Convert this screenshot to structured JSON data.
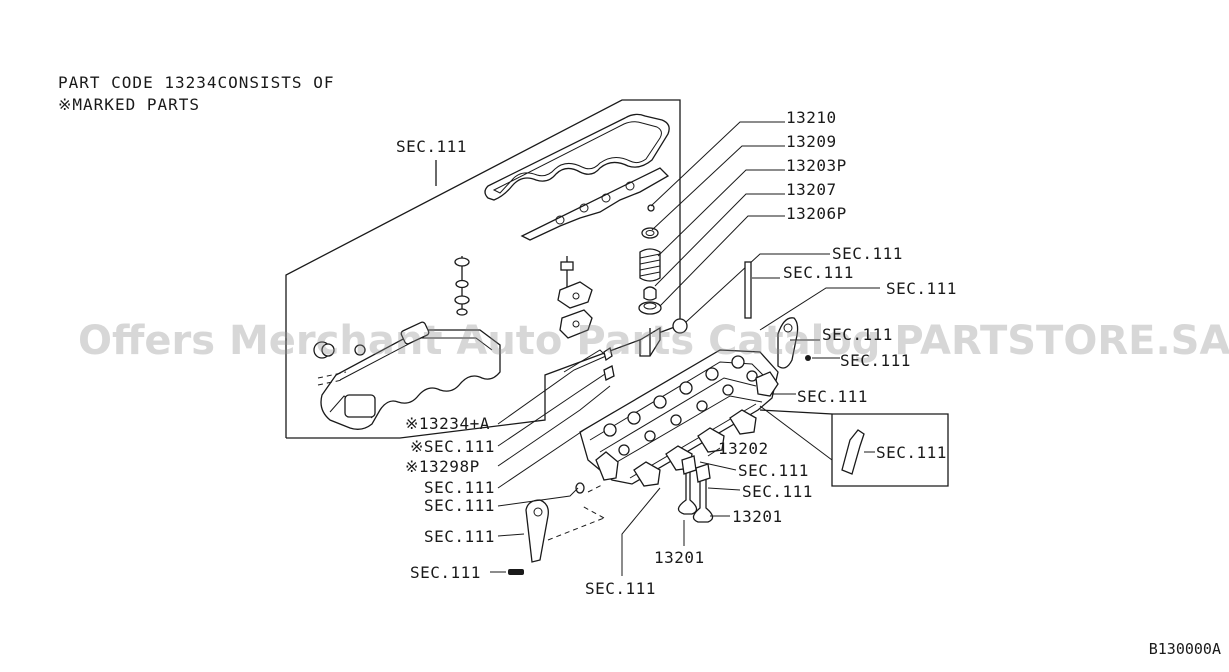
{
  "header": {
    "line1": "PART CODE 13234CONSISTS OF",
    "line2": "※MARKED PARTS"
  },
  "watermark": "Offers Merchant Auto Parts Catalog PARTSTORE.SA",
  "diagram_code": "B130000A",
  "labels": {
    "sec_top": "SEC.111",
    "p13210": "13210",
    "p13209": "13209",
    "p13203p": "13203P",
    "p13207": "13207",
    "p13206p": "13206P",
    "sec_r1": "SEC.111",
    "sec_r2": "SEC.111",
    "sec_r3": "SEC.111",
    "sec_r4": "SEC.111",
    "sec_r5": "SEC.111",
    "sec_r6": "SEC.111",
    "sec_box": "SEC.111",
    "p13202": "13202",
    "sec_v1": "SEC.111",
    "sec_v2": "SEC.111",
    "p13201a": "13201",
    "p13201b": "13201",
    "sec_bottom": "SEC.111",
    "p13234a": "※13234+A",
    "sec_m1": "※SEC.111",
    "p13298p": "※13298P",
    "sec_m2": "SEC.111",
    "sec_m3": "SEC.111",
    "sec_m4": "SEC.111",
    "sec_m5": "SEC.111"
  }
}
